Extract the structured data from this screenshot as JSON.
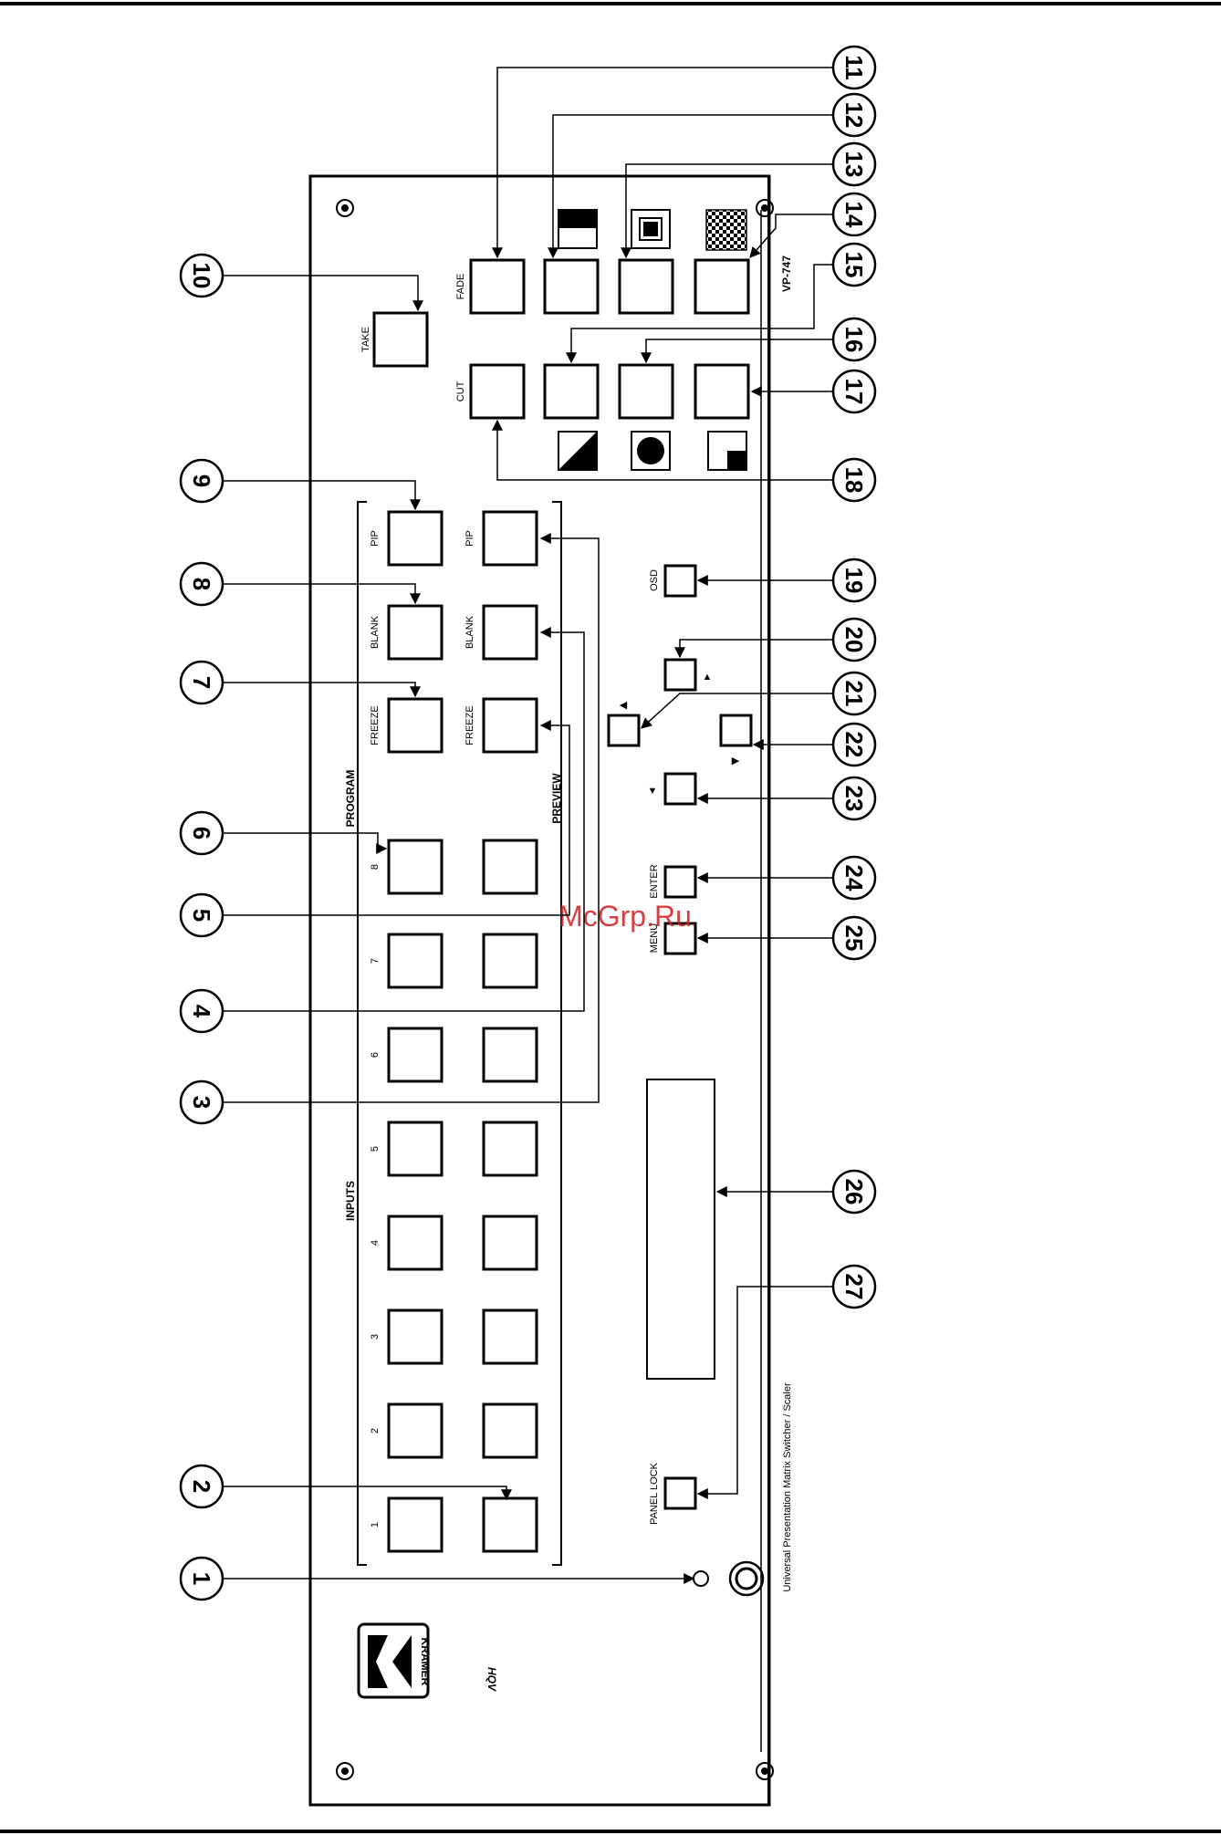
{
  "header": {
    "watermark": "McGrp.Ru"
  },
  "panel": {
    "model": "VP-747",
    "subtitle": "Universal Presentation Matrix Switcher / Scaler",
    "brand": "KRAMER",
    "logo_hqv": "HQV"
  },
  "sections": {
    "inputs": "INPUTS",
    "program": "PROGRAM",
    "preview": "PREVIEW"
  },
  "input_numbers": [
    "1",
    "2",
    "3",
    "4",
    "5",
    "6",
    "7",
    "8"
  ],
  "effect_labels": {
    "freeze": "FREEZE",
    "blank": "BLANK",
    "pip": "PIP"
  },
  "transition_labels": {
    "take": "TAKE",
    "fade": "FADE",
    "cut": "CUT"
  },
  "control_labels": {
    "osd": "OSD",
    "enter": "ENTER",
    "menu": "MENU",
    "panel_lock": "PANEL LOCK",
    "arrow_up": "▲",
    "arrow_left": "◀",
    "arrow_right": "▶",
    "arrow_down": "▼"
  },
  "callouts": [
    "1",
    "2",
    "3",
    "4",
    "5",
    "6",
    "7",
    "8",
    "9",
    "10",
    "11",
    "12",
    "13",
    "14",
    "15",
    "16",
    "17",
    "18",
    "19",
    "20",
    "21",
    "22",
    "23",
    "24",
    "25",
    "26",
    "27"
  ]
}
